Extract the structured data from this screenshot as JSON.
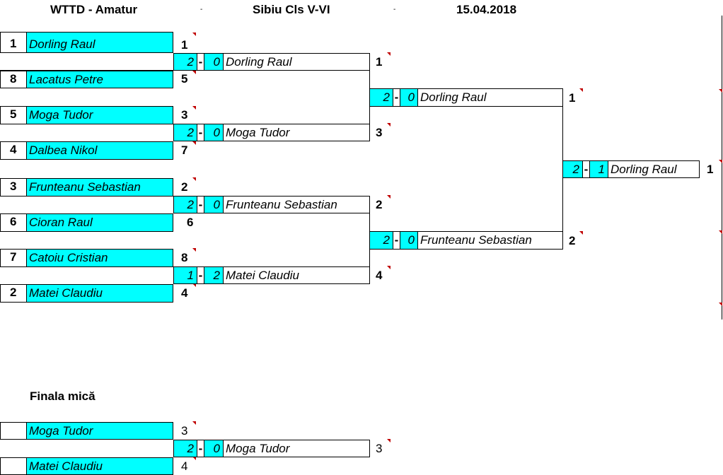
{
  "header": {
    "left": "WTTD - Amatur",
    "dash1": "-",
    "center": "Sibiu Cls V-VI",
    "dash2": "-",
    "date": "15.04.2018"
  },
  "round1": [
    {
      "seed": "1",
      "name": "Dorling Raul",
      "rank": "1"
    },
    {
      "seed": "8",
      "name": "Lacatus Petre",
      "rank": "5"
    },
    {
      "seed": "5",
      "name": "Moga Tudor",
      "rank": "3"
    },
    {
      "seed": "4",
      "name": "Dalbea Nikol",
      "rank": "7"
    },
    {
      "seed": "3",
      "name": "Frunteanu Sebastian",
      "rank": "2"
    },
    {
      "seed": "6",
      "name": "Cioran Raul",
      "rank": "6"
    },
    {
      "seed": "7",
      "name": "Catoiu Cristian",
      "rank": "8"
    },
    {
      "seed": "2",
      "name": "Matei Claudiu",
      "rank": "4"
    }
  ],
  "round2": [
    {
      "s1": "2",
      "sep": "-",
      "s2": "0",
      "name": "Dorling Raul",
      "rank": "1"
    },
    {
      "s1": "2",
      "sep": "-",
      "s2": "0",
      "name": "Moga Tudor",
      "rank": "3"
    },
    {
      "s1": "2",
      "sep": "-",
      "s2": "0",
      "name": "Frunteanu Sebastian",
      "rank": "2"
    },
    {
      "s1": "1",
      "sep": "-",
      "s2": "2",
      "name": "Matei Claudiu",
      "rank": "4"
    }
  ],
  "semis": [
    {
      "s1": "2",
      "sep": "-",
      "s2": "0",
      "name": "Dorling Raul",
      "rank": "1"
    },
    {
      "s1": "2",
      "sep": "-",
      "s2": "0",
      "name": "Frunteanu Sebastian",
      "rank": "2"
    }
  ],
  "final": {
    "s1": "2",
    "sep": "-",
    "s2": "1",
    "name": "Dorling Raul",
    "rank": "1"
  },
  "small_final": {
    "title": "Finala mică",
    "players": [
      {
        "name": "Moga Tudor",
        "rank": "3"
      },
      {
        "name": "Matei Claudiu",
        "rank": "4"
      }
    ],
    "result": {
      "s1": "2",
      "sep": "-",
      "s2": "0",
      "name": "Moga Tudor",
      "rank": "3"
    }
  },
  "colors": {
    "cell": "#00ffff",
    "marker": "#c00000"
  }
}
